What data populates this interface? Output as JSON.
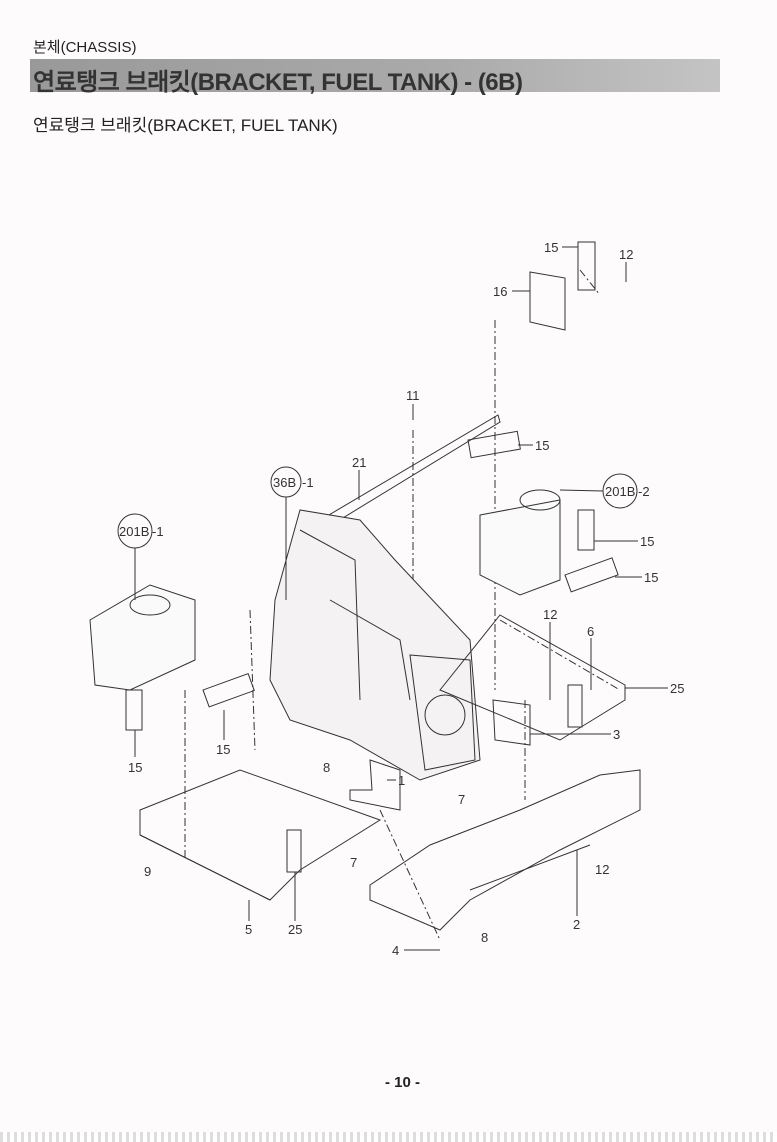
{
  "header": {
    "section": "본체(CHASSIS)",
    "title": "연료탱크 브래킷(BRACKET, FUEL TANK) - (6B)",
    "subtitle": "연료탱크 브래킷(BRACKET, FUEL TANK)"
  },
  "callouts": [
    "15",
    "12",
    "16",
    "11",
    "15",
    "21",
    "36B",
    "-1",
    "201B",
    "-2",
    "201B",
    "-1",
    "15",
    "15",
    "12",
    "6",
    "25",
    "3",
    "15",
    "15",
    "8",
    "1",
    "7",
    "9",
    "7",
    "12",
    "5",
    "25",
    "2",
    "8",
    "4"
  ],
  "footer": {
    "page": "- 10 -"
  }
}
